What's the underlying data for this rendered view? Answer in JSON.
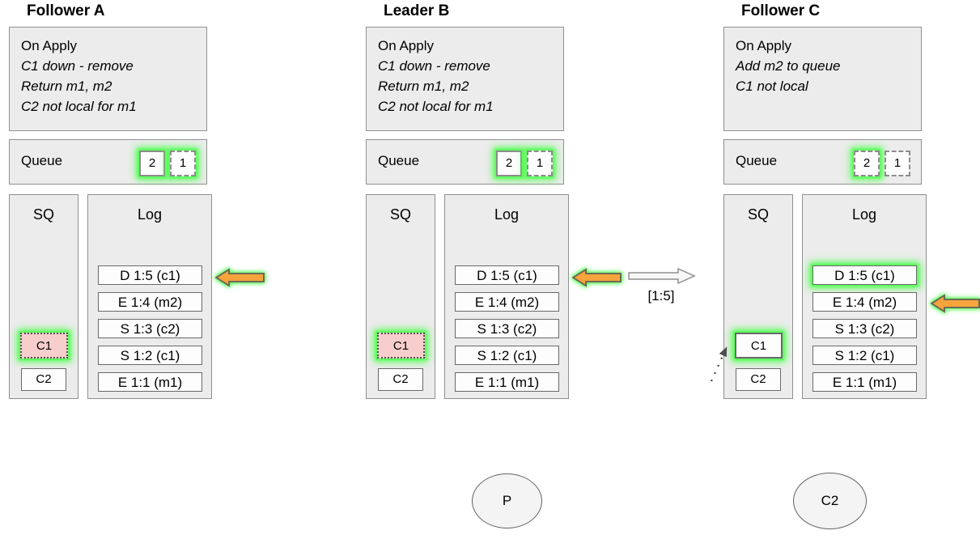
{
  "colors": {
    "box-fill": "#ececec",
    "box-border": "#8f8f8f",
    "entry-fill": "#fdfdfd",
    "entry-border": "#696969",
    "pink": "#f8cecc",
    "glow": "#57ff57",
    "orange": "#f7a43d",
    "orange-stroke": "#6b6b55",
    "outline-arrow-fill": "#f7f7f7",
    "ellipse-fill": "#f4f4f4",
    "dark-stroke": "#4f4f4f"
  },
  "columns": [
    {
      "title": "Follower A",
      "on_apply": {
        "header": "On Apply",
        "lines": [
          "C1 down - remove",
          "Return m1, m2",
          "C2 not local for m1"
        ]
      },
      "queue": {
        "label": "Queue",
        "items": [
          {
            "value": "2"
          },
          {
            "value": "1"
          }
        ]
      },
      "sq": {
        "label": "SQ",
        "items": [
          {
            "value": "C1"
          },
          {
            "value": "C2"
          }
        ]
      },
      "log": {
        "label": "Log",
        "entries": [
          {
            "text": "D 1:5 (c1)"
          },
          {
            "text": "E 1:4 (m2)"
          },
          {
            "text": "S 1:3 (c2)"
          },
          {
            "text": "S 1:2 (c1)"
          },
          {
            "text": "E 1:1 (m1)"
          }
        ]
      }
    },
    {
      "title": "Leader B",
      "on_apply": {
        "header": "On Apply",
        "lines": [
          "C1 down - remove",
          "Return m1, m2",
          "C2 not local for m1"
        ]
      },
      "queue": {
        "label": "Queue",
        "items": [
          {
            "value": "2"
          },
          {
            "value": "1"
          }
        ]
      },
      "sq": {
        "label": "SQ",
        "items": [
          {
            "value": "C1"
          },
          {
            "value": "C2"
          }
        ]
      },
      "log": {
        "label": "Log",
        "entries": [
          {
            "text": "D 1:5 (c1)"
          },
          {
            "text": "E 1:4 (m2)"
          },
          {
            "text": "S 1:3 (c2)"
          },
          {
            "text": "S 1:2 (c1)"
          },
          {
            "text": "E 1:1 (m1)"
          }
        ]
      }
    },
    {
      "title": "Follower C",
      "on_apply": {
        "header": "On Apply",
        "lines": [
          "Add m2 to queue",
          "C1 not local"
        ]
      },
      "queue": {
        "label": "Queue",
        "items": [
          {
            "value": "2"
          },
          {
            "value": "1"
          }
        ]
      },
      "sq": {
        "label": "SQ",
        "items": [
          {
            "value": "C1"
          },
          {
            "value": "C2"
          }
        ]
      },
      "log": {
        "label": "Log",
        "entries": [
          {
            "text": "D 1:5 (c1)"
          },
          {
            "text": "E 1:4 (m2)"
          },
          {
            "text": "S 1:3 (c2)"
          },
          {
            "text": "S 1:2 (c1)"
          },
          {
            "text": "E 1:1 (m1)"
          }
        ]
      }
    }
  ],
  "replication": {
    "label": "[1:5]"
  },
  "nodes": [
    {
      "label": "P"
    },
    {
      "label": "C2"
    }
  ]
}
